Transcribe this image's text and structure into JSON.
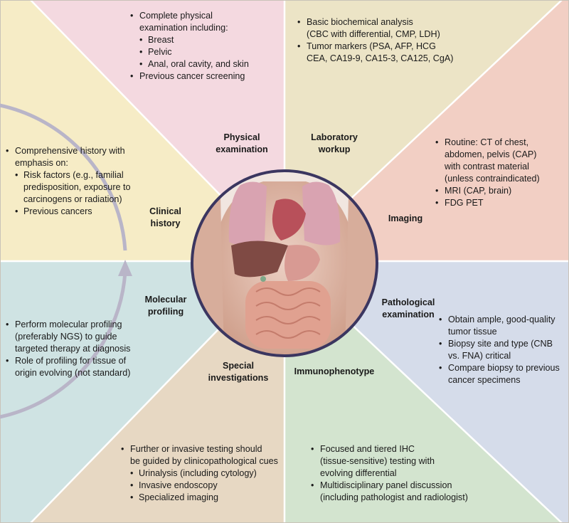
{
  "colors": {
    "physical": "#f4d9e0",
    "laboratory": "#ece4c6",
    "imaging": "#f2cfc4",
    "pathological": "#d5dcea",
    "immunophenotype": "#d3e4cf",
    "special": "#e7d8c3",
    "molecular": "#cfe3e3",
    "clinical": "#f6ecc6",
    "ring": "#b9b5c8",
    "divider": "#ffffff",
    "torso_skin": "#e7c3b3"
  },
  "segments": {
    "physical": {
      "label_line1": "Physical",
      "label_line2": "examination",
      "item1_line1": "Complete physical",
      "item1_line2": "examination including:",
      "sub1": "Breast",
      "sub2": "Pelvic",
      "sub3": "Anal, oral cavity, and skin",
      "item2": "Previous cancer screening"
    },
    "laboratory": {
      "label_line1": "Laboratory",
      "label_line2": "workup",
      "item1_line1": "Basic biochemical analysis",
      "item1_line2": "(CBC with differential, CMP, LDH)",
      "item2_line1": "Tumor markers (PSA, AFP, HCG",
      "item2_line2": "CEA, CA19-9, CA15-3, CA125, CgA)"
    },
    "imaging": {
      "label": "Imaging",
      "item1_line1": "Routine: CT of chest,",
      "item1_line2": "abdomen, pelvis (CAP)",
      "item1_line3": "with contrast material",
      "item1_line4": "(unless contraindicated)",
      "item2": "MRI (CAP, brain)",
      "item3": "FDG PET"
    },
    "pathological": {
      "label_line1": "Pathological",
      "label_line2": "examination",
      "item1_line1": "Obtain ample, good-quality",
      "item1_line2": "tumor tissue",
      "item2_line1": "Biopsy site and type (CNB",
      "item2_line2": "vs. FNA) critical",
      "item3_line1": "Compare biopsy to previous",
      "item3_line2": "cancer specimens"
    },
    "immunophenotype": {
      "label": "Immunophenotype",
      "item1_line1": "Focused and tiered IHC",
      "item1_line2": "(tissue-sensitive) testing with",
      "item1_line3": "evolving differential",
      "item2_line1": "Multidisciplinary panel discussion",
      "item2_line2": "(including pathologist and radiologist)"
    },
    "special": {
      "label_line1": "Special",
      "label_line2": "investigations",
      "item1_line1": "Further or invasive testing should",
      "item1_line2": "be guided by clinicopathological cues",
      "sub1": "Urinalysis (including cytology)",
      "sub2": "Invasive endoscopy",
      "sub3": "Specialized imaging"
    },
    "molecular": {
      "label_line1": "Molecular",
      "label_line2": "profiling",
      "item1_line1": "Perform molecular profiling",
      "item1_line2": "(preferably NGS) to guide",
      "item1_line3": "targeted therapy at diagnosis",
      "item2_line1": "Role of profiling for tissue of",
      "item2_line2": "origin evolving (not standard)"
    },
    "clinical": {
      "label_line1": "Clinical",
      "label_line2": "history",
      "item1_line1": "Comprehensive history with",
      "item1_line2": "emphasis on:",
      "sub1_line1": "Risk factors (e.g., familial",
      "sub1_line2": "predisposition, exposure to",
      "sub1_line3": "carcinogens or radiation)",
      "sub2": "Previous cancers"
    }
  }
}
